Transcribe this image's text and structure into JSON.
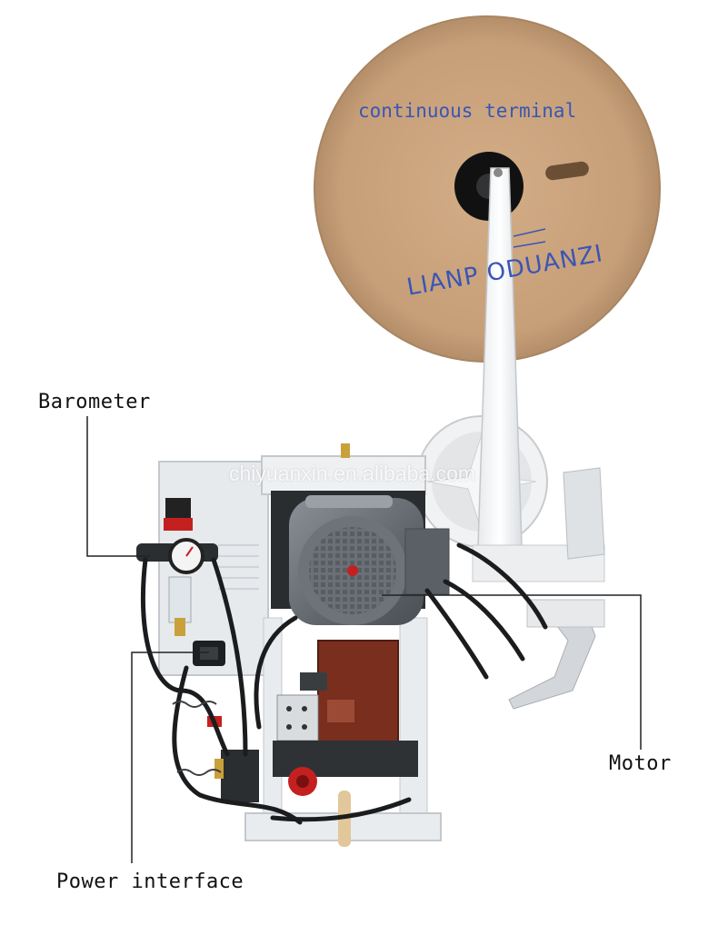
{
  "reel": {
    "label": "continuous terminal",
    "brand": "LIANP ODUANZI"
  },
  "watermark": "chiyuanxin.en.alibaba.com",
  "callouts": {
    "barometer": "Barometer",
    "motor": "Motor",
    "power_interface": "Power interface"
  },
  "colors": {
    "reel_cardboard": "#c9a27c",
    "reel_text": "#3a55b5",
    "motor_body": "#6b7177",
    "housing": "#e9ecef",
    "die_block": "#7a2e1d",
    "accent_red": "#c42020"
  }
}
